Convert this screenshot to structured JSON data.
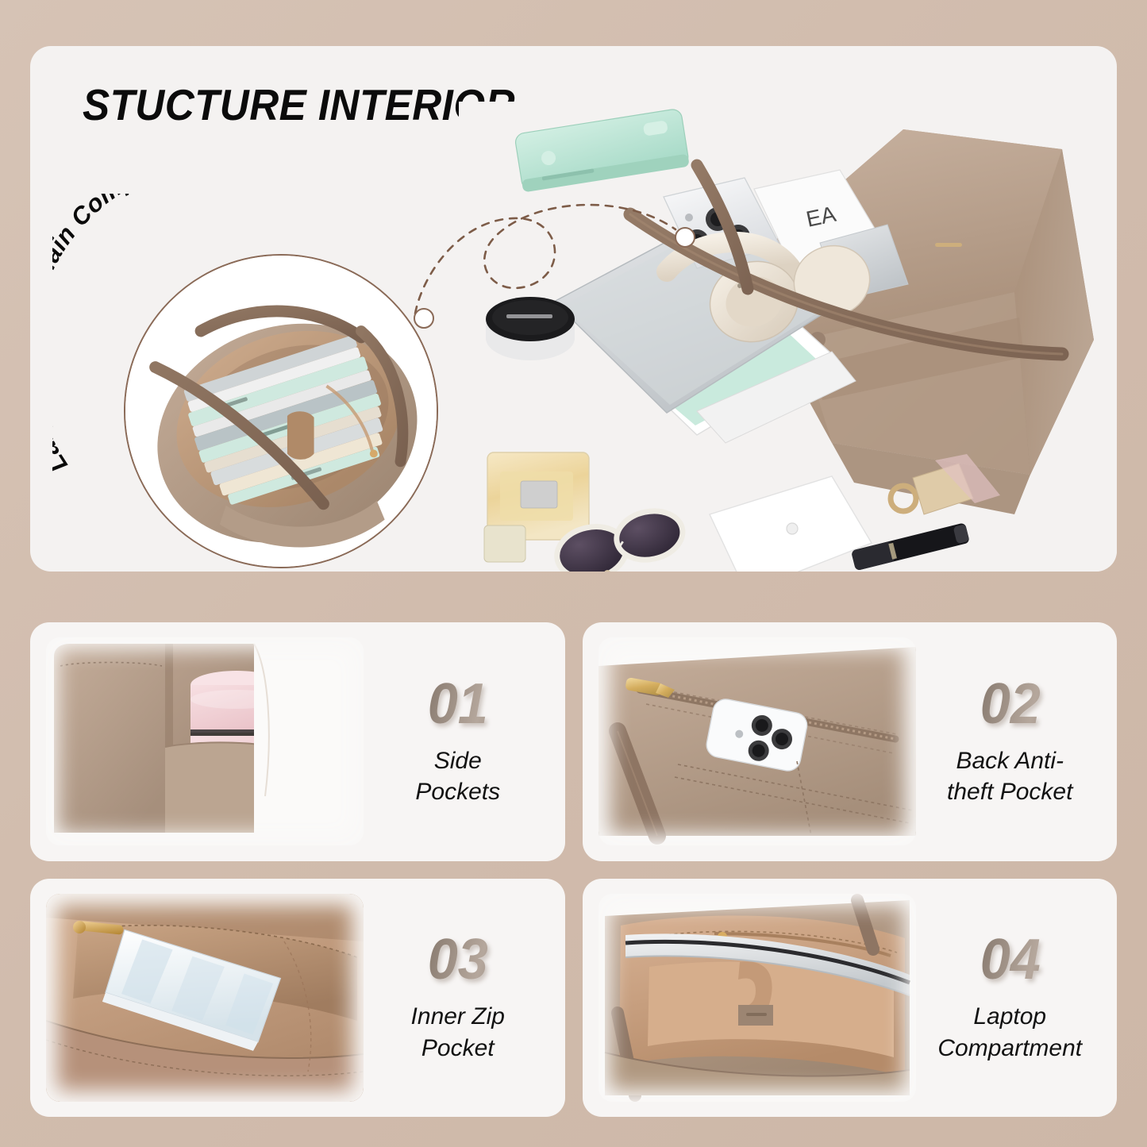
{
  "theme": {
    "background": "#d1bcad",
    "card_background": "#f5f3f2",
    "bag_taupe": "#b49c8a",
    "bag_strap": "#8d7260",
    "lining_tan": "#c9a388",
    "accent_number": "#8d7f74",
    "title_color": "#0b0b0b",
    "mint": "#bfe6d8",
    "pink_bottle": "#f0cfd4",
    "gold": "#d8ae62"
  },
  "hero": {
    "title": "STUCTURE INTERIOR",
    "arc_label": "Large Capacity Main Compartment",
    "callout": {
      "style": "dashed-loop",
      "node_count": 2
    },
    "objects": [
      "power-bank",
      "cosmetic-compact",
      "perfume-bottle",
      "sunglasses",
      "glasses-case",
      "mascara-tube",
      "smartphone",
      "laptop-sleeve",
      "headphones",
      "magazine",
      "tote-bag"
    ],
    "circle_inset_contents": [
      "laptop",
      "notebooks",
      "magazines",
      "pen-loop",
      "inner-zip-pocket"
    ]
  },
  "features": [
    {
      "number": "01",
      "label": "Side\nPockets",
      "label_lines": [
        "Side",
        "Pockets"
      ],
      "photo": "side-pocket-with-pink-bottle"
    },
    {
      "number": "02",
      "label": "Back Anti-theft Pocket",
      "label_lines": [
        "Back Anti-",
        "theft Pocket"
      ],
      "photo": "back-zip-pocket-with-phone"
    },
    {
      "number": "03",
      "label": "Inner Zip Pocket",
      "label_lines": [
        "Inner Zip",
        "Pocket"
      ],
      "photo": "inner-zip-pocket-with-notebook"
    },
    {
      "number": "04",
      "label": "Laptop Compartment",
      "label_lines": [
        "Laptop",
        "Compartment"
      ],
      "photo": "laptop-compartment-with-laptop"
    }
  ]
}
